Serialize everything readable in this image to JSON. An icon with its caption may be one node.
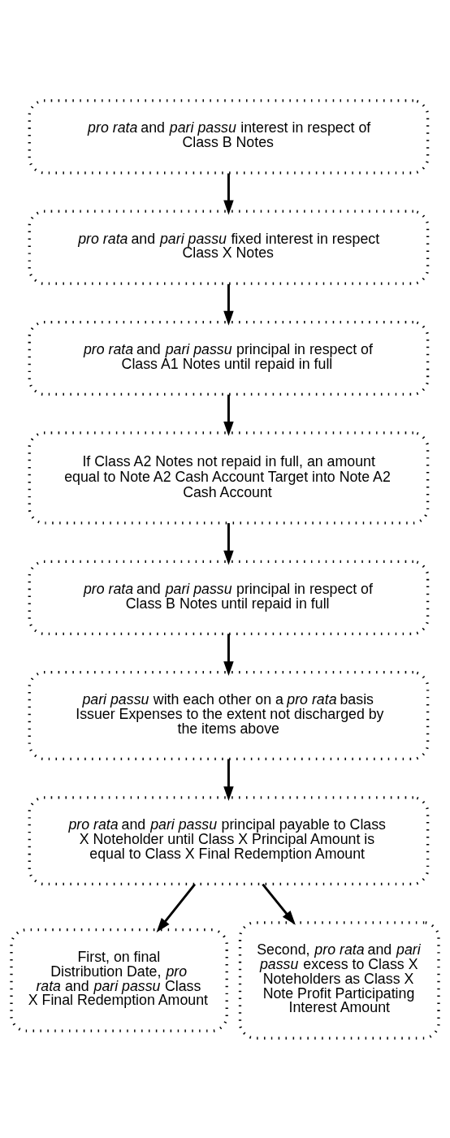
{
  "diagram": {
    "nodes": [
      {
        "text": [
          "*pro rata* and *pari passu* interest in respect of Class B Notes"
        ]
      },
      {
        "text": [
          "*pro rata* and *pari passu* fixed interest in respect Class X Notes"
        ]
      },
      {
        "text": [
          "*pro rata* and *pari passu* principal in respect of Class A1 Notes until repaid in full"
        ]
      },
      {
        "text": [
          "If Class A2 Notes not repaid in full, an amount equal to Note A2 Cash Account Target into Note A2 Cash Account"
        ]
      },
      {
        "text": [
          "*pro rata* and *pari passu* principal in respect of Class B Notes until repaid in full"
        ]
      },
      {
        "text": [
          "*pari passu* with each other on a *pro rata* basis Issuer Expenses to the extent not discharged by the items above"
        ]
      },
      {
        "text": [
          "*pro rata* and *pari passu* principal payable to Class X Noteholder until Class X Principal Amount is equal to Class X Final Redemption Amount"
        ]
      },
      {
        "text": [
          "First, on final Distribution Date, *pro rata* and *pari passu* Class X Final Redemption Amount"
        ]
      },
      {
        "text": [
          "Second, *pro rata* and *pari passu* excess to Class X Noteholders as Class X Note Profit Participating Interest Amount"
        ]
      }
    ],
    "edges": [
      {
        "from": 0,
        "to": 1,
        "arrow": "to"
      },
      {
        "from": 1,
        "to": 2,
        "arrow": "to"
      },
      {
        "from": 2,
        "to": 3,
        "arrow": "to"
      },
      {
        "from": 3,
        "to": 4,
        "arrow": "to"
      },
      {
        "from": 4,
        "to": 5,
        "arrow": "to"
      },
      {
        "from": 5,
        "to": 6,
        "arrow": "to"
      },
      {
        "from": 6,
        "to": 7,
        "arrow": "to"
      },
      {
        "from": 6,
        "to": 8,
        "arrow": "to"
      }
    ]
  }
}
